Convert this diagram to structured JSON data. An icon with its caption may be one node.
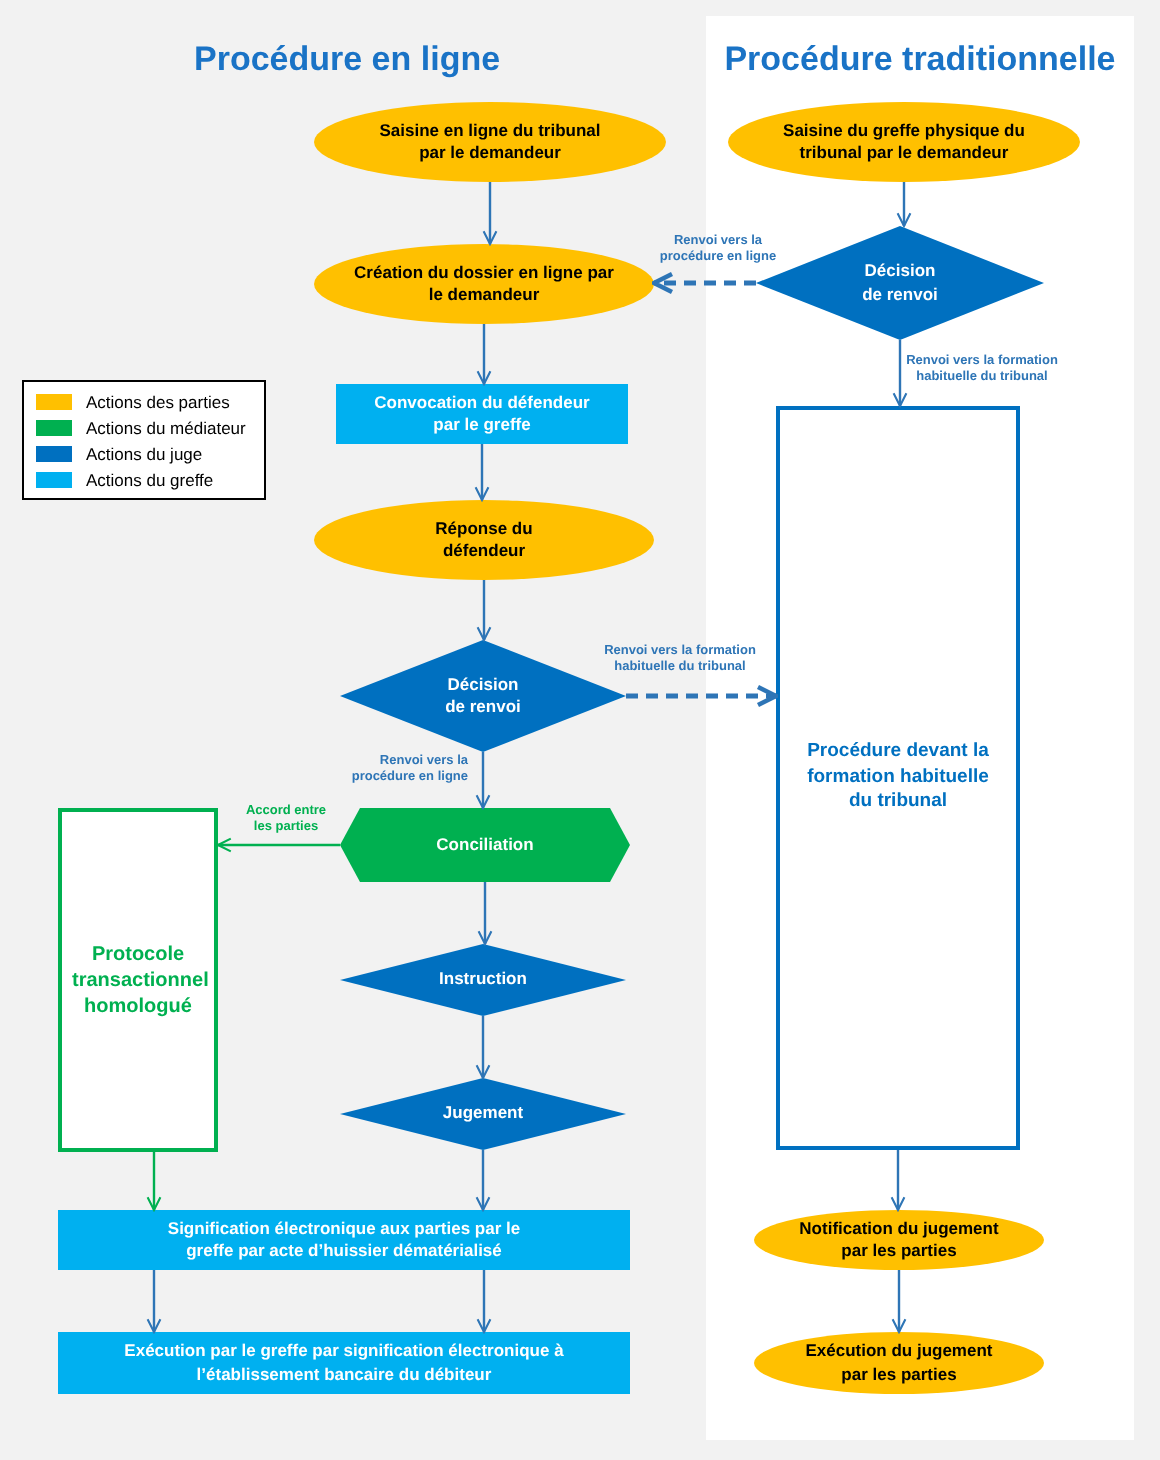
{
  "diagram": {
    "nodes": [
      {
        "text": [
          "Saisine en ligne du tribunal par le demandeur"
        ]
      },
      {
        "text": [
          "Création du dossier en ligne par le demandeur"
        ]
      },
      {
        "text": [
          "Convocation du défendeur par le greffe"
        ]
      },
      {
        "text": [
          "Réponse du défendeur"
        ]
      },
      {
        "text": [
          "Décision de renvoi"
        ]
      },
      {
        "text": [
          "Conciliation"
        ]
      },
      {
        "text": [
          "Instruction"
        ]
      },
      {
        "text": [
          "Jugement"
        ]
      },
      {
        "text": [
          "Protocole transactionnel homologué"
        ]
      },
      {
        "text": [
          "Signification électronique aux parties par le greffe par acte d’huissier dématérialisé"
        ]
      },
      {
        "text": [
          "Exécution par le greffe par signification électronique à l’établissement bancaire du débiteur"
        ]
      },
      {
        "text": [
          "Procédure traditionnelle"
        ]
      },
      {
        "text": [
          "Saisine du greffe physique du tribunal par le demandeur"
        ],
        "in": 11
      },
      {
        "text": [
          "Décision de renvoi"
        ],
        "in": 11
      },
      {
        "text": [
          "Procédure devant la formation habituelle du tribunal"
        ],
        "in": 11
      },
      {
        "text": [
          "Notification du jugement par les parties"
        ],
        "in": 11
      },
      {
        "text": [
          "Exécution du jugement par les parties"
        ],
        "in": 11
      }
    ],
    "edges": [
      {
        "from": 0,
        "to": 1,
        "arrow": "to"
      },
      {
        "from": 1,
        "to": 2,
        "arrow": "to"
      },
      {
        "from": 2,
        "to": 3,
        "arrow": "to"
      },
      {
        "from": 3,
        "to": 4,
        "arrow": "to"
      },
      {
        "from": 4,
        "to": 5,
        "arrow": "to",
        "label": "Renvoi vers la procédure en ligne"
      },
      {
        "from": 5,
        "to": 6,
        "arrow": "to"
      },
      {
        "from": 6,
        "to": 7,
        "arrow": "to"
      },
      {
        "from": 7,
        "to": 9,
        "arrow": "to"
      },
      {
        "from": 5,
        "to": 8,
        "arrow": "to",
        "label": "Accord entre les parties",
        "color": "#00b050"
      },
      {
        "from": 8,
        "to": 9,
        "arrow": "to",
        "color": "#00b050"
      },
      {
        "from": 9,
        "to": 10,
        "arrow": "to"
      },
      {
        "from": 9,
        "to": 10,
        "arrow": "to"
      },
      {
        "from": 12,
        "to": 13,
        "arrow": "to"
      },
      {
        "from": 13,
        "to": 1,
        "arrow": "to",
        "label": "Renvoi vers la procédure en ligne",
        "style": "dashed"
      },
      {
        "from": 13,
        "to": 14,
        "arrow": "to",
        "label": "Renvoi vers la formation habituelle du tribunal"
      },
      {
        "from": 4,
        "to": 14,
        "arrow": "to",
        "label": "Renvoi vers la formation habituelle du tribunal",
        "style": "dashed"
      },
      {
        "from": 14,
        "to": 15,
        "arrow": "to"
      },
      {
        "from": 15,
        "to": 16,
        "arrow": "to"
      }
    ],
    "labels": [
      "Procédure en ligne"
    ],
    "legend": [
      {
        "text": "Actions des parties",
        "color": "#ffc000"
      },
      {
        "text": "Actions du médiateur",
        "color": "#00b050"
      },
      {
        "text": "Actions du juge",
        "color": "#0070c0"
      },
      {
        "text": "Actions du greffe",
        "color": "#00b0f0"
      }
    ]
  }
}
